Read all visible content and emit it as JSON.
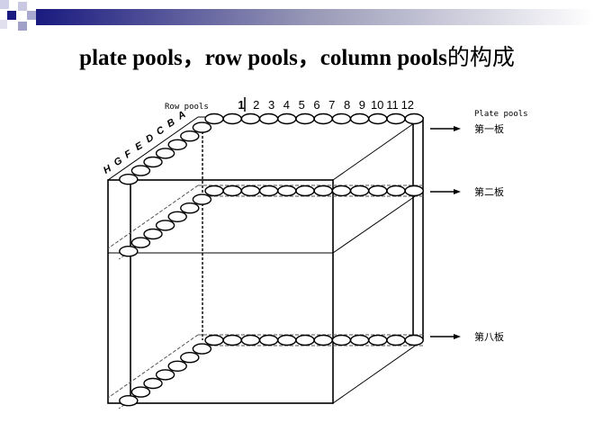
{
  "title": {
    "latin": "plate pools，row pools，column pools",
    "cn": "的构成"
  },
  "diagram": {
    "row_pools_label": "Row pools",
    "plate_pools_label": "Plate   pools",
    "column_numbers": [
      "1",
      "2",
      "3",
      "4",
      "5",
      "6",
      "7",
      "8",
      "9",
      "10",
      "11",
      "12"
    ],
    "row_letters": [
      "A",
      "B",
      "C",
      "D",
      "E",
      "F",
      "G",
      "H"
    ],
    "plates": [
      {
        "label": "第一板"
      },
      {
        "label": "第二板"
      },
      {
        "label": "第八板"
      }
    ]
  },
  "colors": {
    "accent": "#1a1a80",
    "line": "#000000"
  }
}
